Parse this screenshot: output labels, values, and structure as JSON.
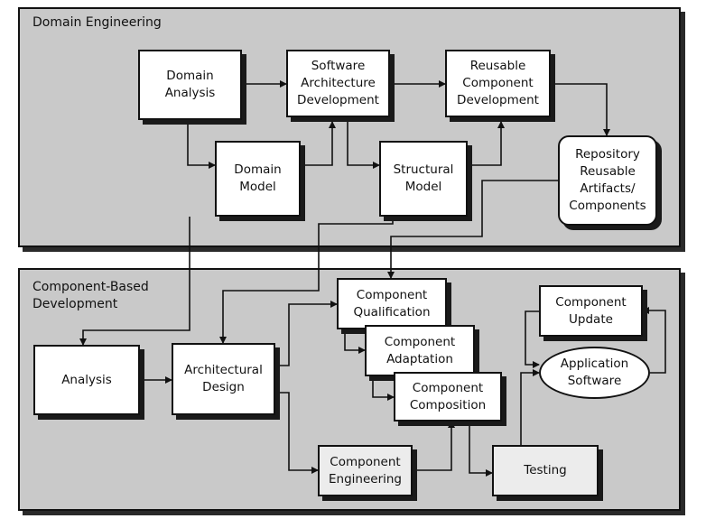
{
  "panels": {
    "domain_engineering": "Domain Engineering",
    "component_based_development": "Component-Based\nDevelopment"
  },
  "nodes": {
    "domain_analysis": "Domain\nAnalysis",
    "software_architecture_development": "Software\nArchitecture\nDevelopment",
    "reusable_component_development": "Reusable\nComponent\nDevelopment",
    "domain_model": "Domain\nModel",
    "structural_model": "Structural\nModel",
    "repository": "Repository\nReusable\nArtifacts/\nComponents",
    "analysis": "Analysis",
    "architectural_design": "Architectural\nDesign",
    "component_qualification": "Component\nQualification",
    "component_adaptation": "Component\nAdaptation",
    "component_composition": "Component\nComposition",
    "component_engineering": "Component\nEngineering",
    "testing": "Testing",
    "component_update": "Component\nUpdate",
    "application_software": "Application\nSoftware"
  },
  "colors": {
    "panel_fill": "#c9c9c9",
    "box_fill": "#ffffff",
    "light_box_fill": "#ececec",
    "line": "#111111"
  }
}
